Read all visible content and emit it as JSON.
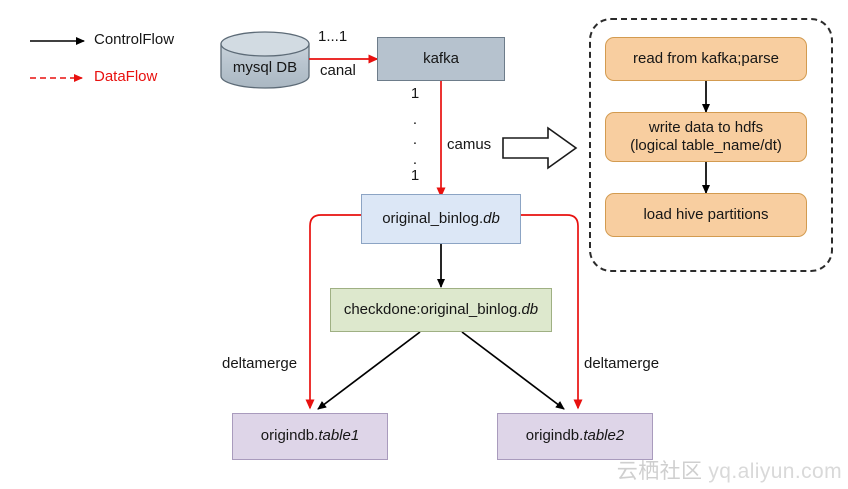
{
  "legend": {
    "control_flow": "ControlFlow",
    "data_flow": "DataFlow",
    "control_color": "#000000",
    "data_color": "#e8110f"
  },
  "nodes": {
    "mysql_db": "mysql DB",
    "kafka": "kafka",
    "original_binlog_prefix": "original_binlog.",
    "original_binlog_suffix": "db",
    "checkdone_prefix": "checkdone:original_binlog.",
    "checkdone_suffix": "db",
    "table1_prefix": "origindb.",
    "table1_suffix": "table1",
    "table2_prefix": "origindb.",
    "table2_suffix": "table2"
  },
  "edges": {
    "canal_cardinality": "1...1",
    "canal_label": "canal",
    "camus_label": "camus",
    "kafka_multiplicity_top": "1",
    "kafka_multiplicity_dots": ".",
    "kafka_multiplicity_bottom": "1",
    "deltamerge_left": "deltamerge",
    "deltamerge_right": "deltamerge"
  },
  "camus_group": {
    "steps": [
      {
        "line1": "read from kafka;parse",
        "line2": ""
      },
      {
        "line1": "write data to hdfs",
        "line2": "(logical table_name/dt)"
      },
      {
        "line1": "load hive partitions",
        "line2": ""
      }
    ],
    "border_style": "dashed",
    "step_fill": "#f8ceA0"
  },
  "watermark": {
    "cn": "云栖社区",
    "url": "yq.aliyun.com"
  }
}
